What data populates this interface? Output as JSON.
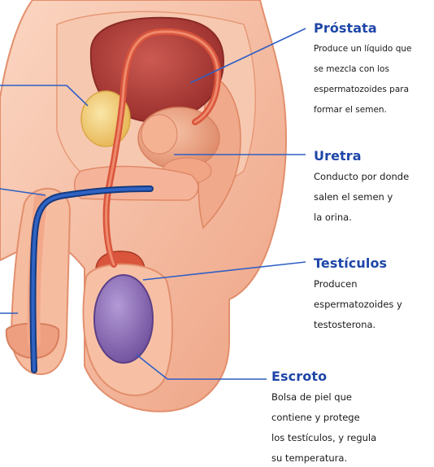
{
  "labels": {
    "prostata": {
      "title": "Próstata",
      "description": "Produce un líquido que\nse mezcla con los\nespermatozoides para\nformar el semen."
    },
    "uretra": {
      "title": "Uretra",
      "description": "Conducto por donde\nsalen el semen y\nla orina."
    },
    "testiculos": {
      "title": "Testículos",
      "description": "Producen\nespermatozoides y\ntestosterona."
    },
    "escroto": {
      "title": "Escroto",
      "description": "Bolsa de piel que\ncontiene y protege\nlos testículos, y regula\nsu temperatura."
    }
  },
  "colors": {
    "title_blue": "#1e46a8",
    "leader_line": "#2f5fc4",
    "skin": "#f4b89a",
    "skin_dark": "#e7906f",
    "bladder": "#b8423c",
    "vas_deferens": "#d9553c",
    "urethra_inner": "#1f4ea3",
    "seminal_vesicle": "#f2d27a",
    "testicle": "#8f72b8"
  }
}
